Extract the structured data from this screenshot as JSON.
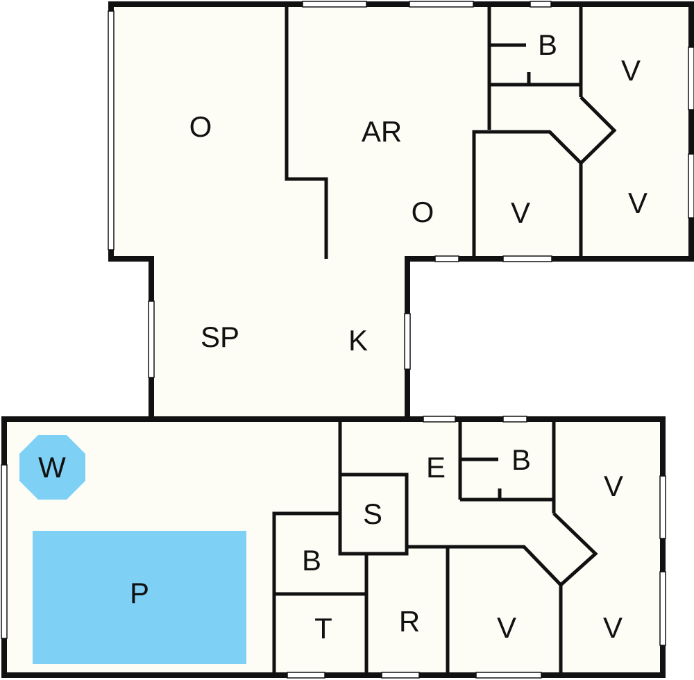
{
  "colors": {
    "background": "#ffffff",
    "floor": "#fdfdf6",
    "wall": "#111111",
    "water": "#7fd0f5"
  },
  "rooms": {
    "o_north": "O",
    "ar": "AR",
    "o_inner": "O",
    "b_north": "B",
    "v_north_top": "V",
    "v_north_bottom": "V",
    "v_north_inner": "V",
    "sp": "SP",
    "k": "K",
    "w": "W",
    "p": "P",
    "e": "E",
    "b_south": "B",
    "s": "S",
    "b_south_small": "B",
    "t": "T",
    "r": "R",
    "v_south_top": "V",
    "v_south_bottom": "V",
    "v_south_inner": "V"
  }
}
